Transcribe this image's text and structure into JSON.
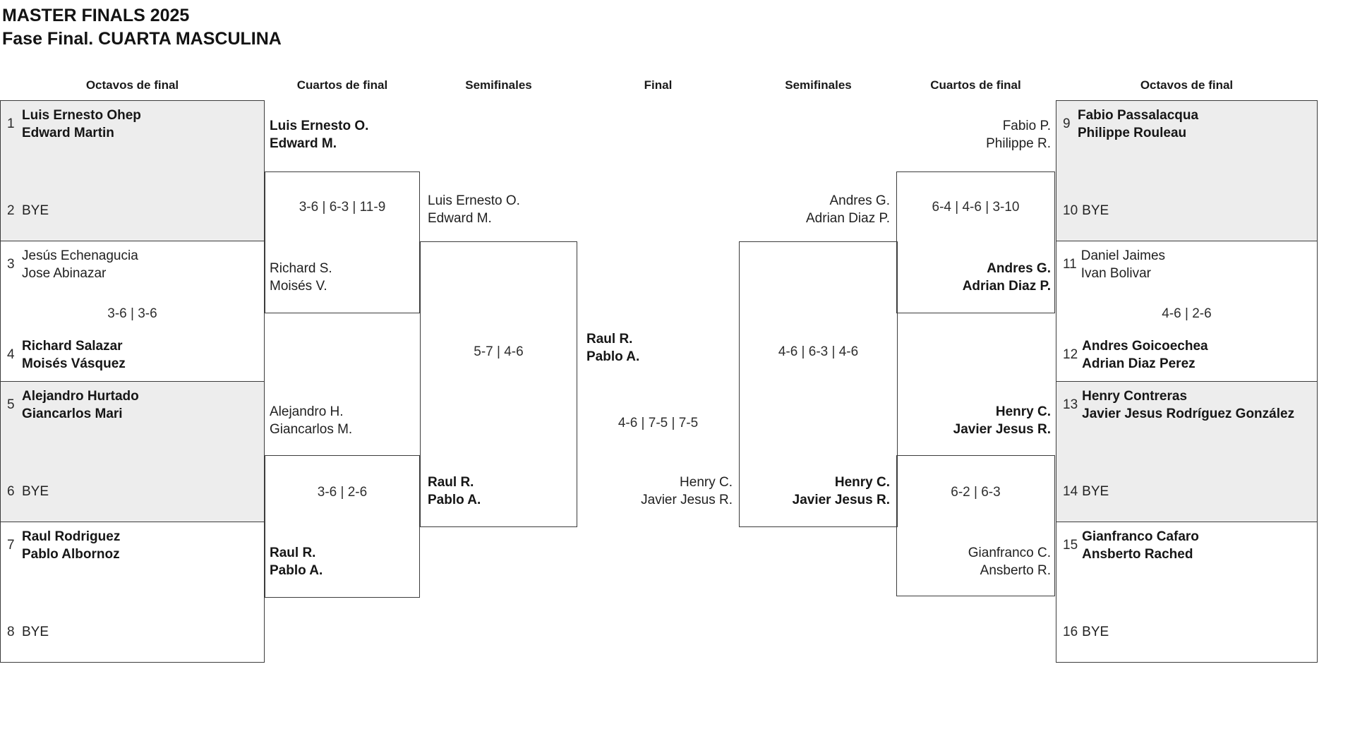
{
  "title": {
    "line1": "MASTER FINALS 2025",
    "line2": "Fase Final. CUARTA MASCULINA"
  },
  "columns": [
    "Octavos de final",
    "Cuartos de final",
    "Semifinales",
    "Final",
    "Semifinales",
    "Cuartos de final",
    "Octavos de final"
  ],
  "colors": {
    "background": "#ffffff",
    "block_shaded": "#ededed",
    "border": "#3c3c3c",
    "text": "#1f1f1f"
  },
  "bracket": {
    "r16_left": [
      {
        "top": {
          "seed": "1",
          "name": "Luis Ernesto Ohep\nEdward Martin",
          "style": "winner"
        },
        "score": "",
        "bottom": {
          "seed": "2",
          "name": "BYE",
          "style": "loser"
        }
      },
      {
        "top": {
          "seed": "3",
          "name": "Jesús Echenagucia\nJose Abinazar",
          "style": "loser"
        },
        "score": "3-6 | 3-6",
        "bottom": {
          "seed": "4",
          "name": "Richard Salazar\nMoisés Vásquez",
          "style": "winner"
        }
      },
      {
        "top": {
          "seed": "5",
          "name": "Alejandro Hurtado\nGiancarlos Mari",
          "style": "winner"
        },
        "score": "",
        "bottom": {
          "seed": "6",
          "name": "BYE",
          "style": "loser"
        }
      },
      {
        "top": {
          "seed": "7",
          "name": "Raul Rodriguez\nPablo Albornoz",
          "style": "winner"
        },
        "score": "",
        "bottom": {
          "seed": "8",
          "name": "BYE",
          "style": "loser"
        }
      }
    ],
    "qf_left": [
      {
        "top": {
          "name": "Luis Ernesto O.\nEdward M.",
          "style": "winner"
        },
        "score": "3-6 | 6-3 | 11-9",
        "bottom": {
          "name": "Richard S.\nMoisés V.",
          "style": "loser"
        }
      },
      {
        "top": {
          "name": "Alejandro H.\nGiancarlos M.",
          "style": "loser"
        },
        "score": "3-6 | 2-6",
        "bottom": {
          "name": "Raul R.\nPablo A.",
          "style": "winner"
        }
      }
    ],
    "sf_left": {
      "top": {
        "name": "Luis Ernesto O.\nEdward M.",
        "style": "loser"
      },
      "score": "5-7 | 4-6",
      "bottom": {
        "name": "Raul R.\nPablo A.",
        "style": "winner"
      }
    },
    "final": {
      "left": {
        "name": "Raul R.\nPablo A.",
        "style": "winner"
      },
      "score": "4-6 | 7-5 | 7-5",
      "right": {
        "name": "Henry C.\nJavier Jesus R.",
        "style": "loser"
      }
    },
    "sf_right": {
      "top": {
        "name": "Andres G.\nAdrian Diaz P.",
        "style": "loser"
      },
      "score": "4-6 | 6-3 | 4-6",
      "bottom": {
        "name": "Henry C.\nJavier Jesus R.",
        "style": "winner"
      }
    },
    "qf_right": [
      {
        "top": {
          "name": "Fabio P.\nPhilippe R.",
          "style": "loser"
        },
        "score": "6-4 | 4-6 | 3-10",
        "bottom": {
          "name": "Andres G.\nAdrian Diaz P.",
          "style": "winner"
        }
      },
      {
        "top": {
          "name": "Henry C.\nJavier Jesus R.",
          "style": "winner"
        },
        "score": "6-2 | 6-3",
        "bottom": {
          "name": "Gianfranco C.\nAnsberto R.",
          "style": "loser"
        }
      }
    ],
    "r16_right": [
      {
        "top": {
          "seed": "9",
          "name": "Fabio Passalacqua\nPhilippe Rouleau",
          "style": "winner"
        },
        "score": "",
        "bottom": {
          "seed": "10",
          "name": "BYE",
          "style": "loser"
        }
      },
      {
        "top": {
          "seed": "11",
          "name": "Daniel Jaimes\nIvan Bolivar",
          "style": "loser"
        },
        "score": "4-6 | 2-6",
        "bottom": {
          "seed": "12",
          "name": "Andres Goicoechea\nAdrian Diaz Perez",
          "style": "winner"
        }
      },
      {
        "top": {
          "seed": "13",
          "name": "Henry Contreras\nJavier Jesus Rodríguez González",
          "style": "winner"
        },
        "score": "",
        "bottom": {
          "seed": "14",
          "name": "BYE",
          "style": "loser"
        }
      },
      {
        "top": {
          "seed": "15",
          "name": "Gianfranco Cafaro\nAnsberto Rached",
          "style": "winner"
        },
        "score": "",
        "bottom": {
          "seed": "16",
          "name": "BYE",
          "style": "loser"
        }
      }
    ]
  }
}
